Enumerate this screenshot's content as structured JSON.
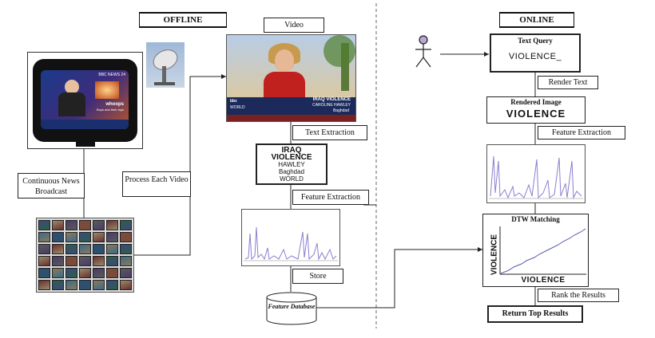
{
  "headers": {
    "offline": "OFFLINE",
    "online": "ONLINE"
  },
  "labels": {
    "continuous_news": "Continuous News Broadcast",
    "process_each_video": "Process Each Video",
    "video": "Video",
    "text_extraction": "Text Extraction",
    "feature_extraction_offline": "Feature Extraction",
    "store": "Store",
    "feature_database": "Feature Database",
    "text_query": "Text Query",
    "query_value": "VIOLENCE_",
    "render_text": "Render Text",
    "rendered_image": "Rendered Image",
    "rendered_word": "VIOLENCE",
    "feature_extraction_online": "Feature Extraction",
    "dtw_matching": "DTW Matching",
    "dtw_y_word": "VIOLENCE",
    "dtw_x_word": "VIOLENCE",
    "rank_results": "Rank the Results",
    "return_top": "Return Top Results"
  },
  "tv": {
    "channel": "BBC NEWS 24",
    "ticker": "whoops",
    "ticker_sub": "Boys and their toys"
  },
  "video_frame": {
    "caption_title": "IRAQ VIOLENCE",
    "caption_name": "CAROLINE HAWLEY",
    "caption_place": "Baghdad",
    "channel": "bbc",
    "world": "WORLD"
  },
  "extracted_text": {
    "line1": "IRAQ",
    "line2": "VIOLENCE",
    "line3": "HAWLEY",
    "line4": "Baghdad",
    "line5": "WORLD"
  }
}
